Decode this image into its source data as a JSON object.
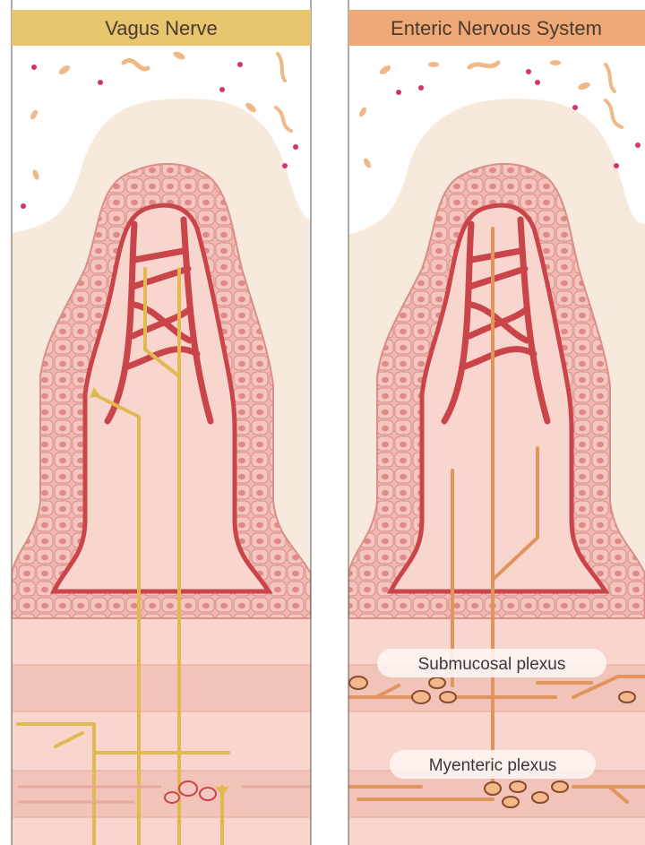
{
  "panels": {
    "left": {
      "title": "Vagus Nerve",
      "title_color": "#e8c66f",
      "nerve_color": "#e0b94f"
    },
    "right": {
      "title": "Enteric Nervous System",
      "title_color": "#efa878",
      "nerve_color": "#e0955c",
      "labels": {
        "submucosal": "Submucosal plexus",
        "myenteric": "Myenteric plexus"
      }
    }
  },
  "colors": {
    "lumen": "#ffffff",
    "mucus": "#f7e9dc",
    "lamina": "#f8d5cd",
    "submucosa": "#f6d0c8",
    "muscle_band": "#f2c3b9",
    "epithelium": "#f0b8b0",
    "nucleus": "#e48b8b",
    "vessel": "#c9454a",
    "bacteria": "#f0b888",
    "dots": "#d6336c"
  }
}
